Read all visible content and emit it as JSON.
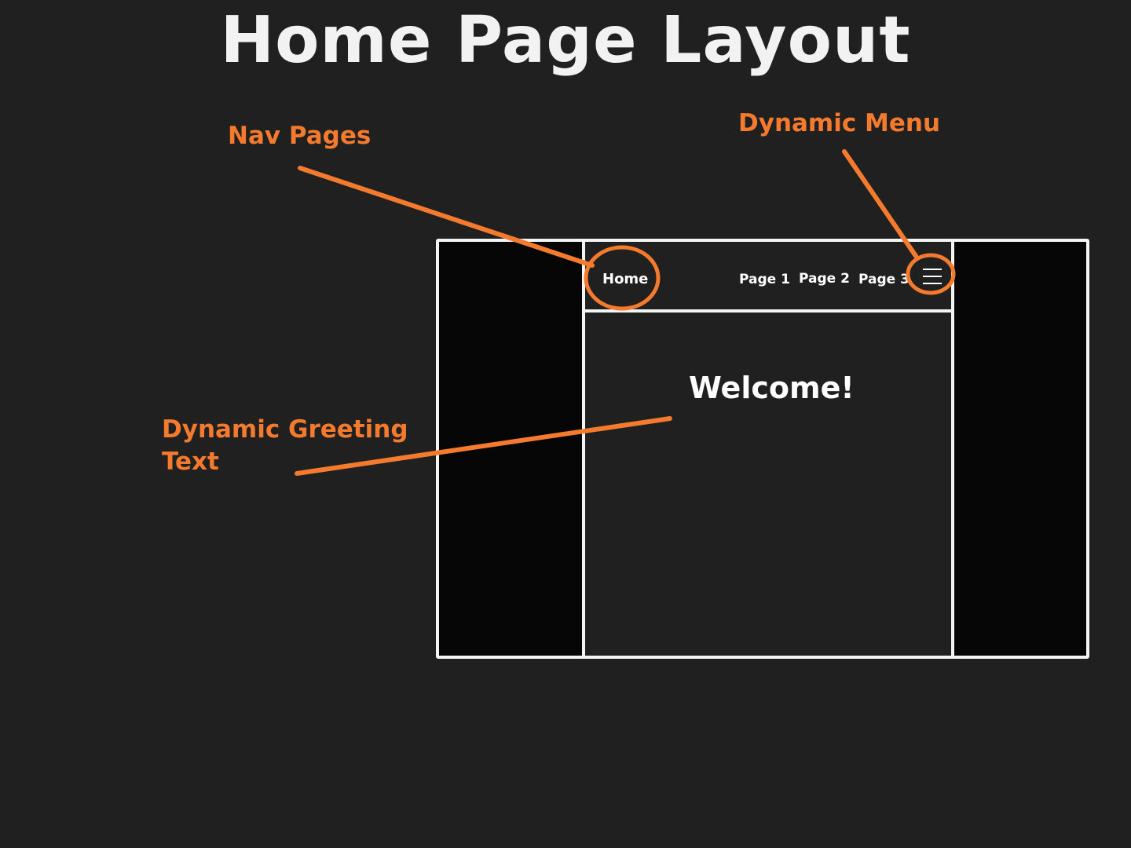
{
  "title": "Home Page Layout",
  "colors": {
    "background": "#202020",
    "annotation": "#f47a2e",
    "wireframe_line": "#f4f4f4",
    "side_panel": "#060606"
  },
  "annotations": {
    "nav_pages": "Nav Pages",
    "dynamic_menu": "Dynamic Menu",
    "dynamic_greeting_line1": "Dynamic Greeting",
    "dynamic_greeting_line2": "Text"
  },
  "wireframe": {
    "nav": {
      "home": "Home",
      "links": [
        "Page 1",
        "Page 2",
        "Page 3"
      ],
      "menu_icon": "hamburger-menu-icon"
    },
    "greeting": "Welcome!"
  }
}
